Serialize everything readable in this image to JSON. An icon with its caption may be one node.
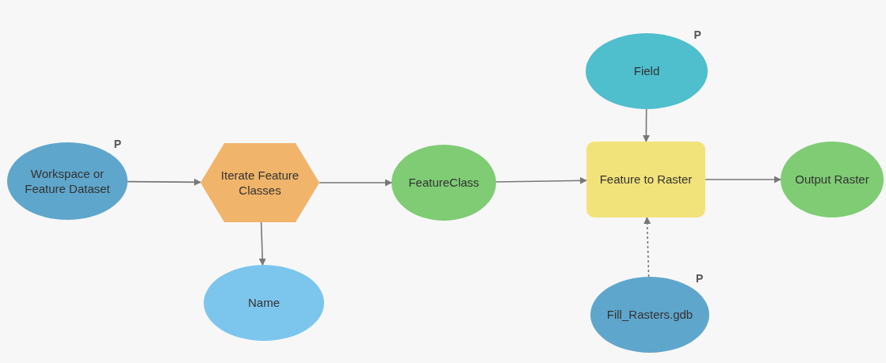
{
  "diagram": {
    "nodes": [
      {
        "text": [
          "Workspace or Feature Dataset"
        ],
        "beside": [
          "P"
        ]
      },
      {
        "text": [
          "Iterate Feature Classes"
        ]
      },
      {
        "text": [
          "Name"
        ]
      },
      {
        "text": [
          "FeatureClass"
        ]
      },
      {
        "text": [
          "Field"
        ],
        "beside": [
          "P"
        ]
      },
      {
        "text": [
          "Feature to Raster"
        ]
      },
      {
        "text": [
          "Fill_Rasters.gdb"
        ],
        "beside": [
          "P"
        ]
      },
      {
        "text": [
          "Output Raster"
        ]
      }
    ],
    "edges": [
      {
        "from": 0,
        "to": 1,
        "arrow": "to"
      },
      {
        "from": 1,
        "to": 3,
        "arrow": "to"
      },
      {
        "from": 1,
        "to": 2,
        "arrow": "to"
      },
      {
        "from": 3,
        "to": 5,
        "arrow": "to"
      },
      {
        "from": 4,
        "to": 5,
        "arrow": "to"
      },
      {
        "from": 6,
        "to": 5,
        "arrow": "to",
        "style": "dashed"
      },
      {
        "from": 5,
        "to": 7,
        "arrow": "to"
      }
    ]
  }
}
